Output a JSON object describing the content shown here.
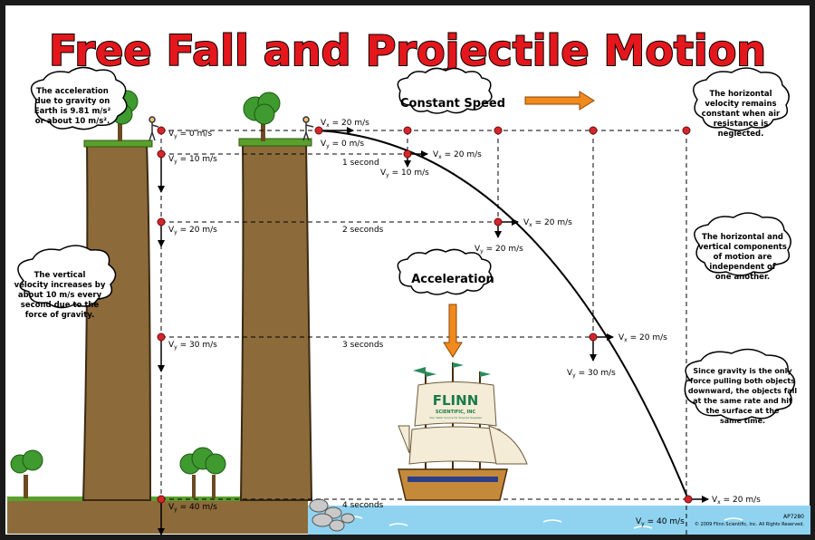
{
  "title": "Free Fall and Projectile Motion",
  "colors": {
    "frame": "#1a1a1a",
    "title_fill": "#e4171c",
    "arrow_orange": "#f08a1e",
    "cliff_brown": "#8c6a3a",
    "grass": "#5aa02c",
    "water": "#8fd3f0",
    "dot_red": "#d4262b"
  },
  "bubbles": {
    "gravity": [
      "The acceleration",
      "due to gravity on",
      "Earth is 9.81 m/s²",
      "or about 10 m/s²."
    ],
    "vertical": [
      "The vertical",
      "velocity increases by",
      "about 10 m/s every",
      "second due to the",
      "force of gravity."
    ],
    "horizontal_constant": [
      "The horizontal",
      "velocity remains",
      "constant when air",
      "resistance is",
      "neglected."
    ],
    "independent": [
      "The horizontal and",
      "vertical components",
      "of motion are",
      "independent of",
      "one another."
    ],
    "same_time": [
      "Since gravity is the only",
      "force pulling both objects",
      "downward, the objects fall",
      "at the same rate and hit",
      "the surface at the",
      "same time."
    ]
  },
  "labels": {
    "constant_speed": "Constant Speed",
    "acceleration": "Acceleration",
    "left_vy": [
      "0 m/s",
      "10 m/s",
      "20 m/s",
      "30 m/s",
      "40 m/s"
    ],
    "times": [
      "1 second",
      "2 seconds",
      "3 seconds",
      "4 seconds"
    ],
    "proj_vx_top": "20 m/s",
    "proj_vy_top": "0 m/s",
    "proj_vx": [
      "20 m/s",
      "20 m/s",
      "20 m/s",
      "20 m/s"
    ],
    "proj_vy": [
      "10 m/s",
      "20 m/s",
      "30 m/s",
      "40 m/s"
    ]
  },
  "ship": {
    "brand": "FLINN",
    "sub": "SCIENTIFIC, INC",
    "tagline": "Your Safer Source for Science Supplies"
  },
  "footer": {
    "code": "AP7280",
    "copyright": "© 2009 Flinn Scientific, Inc. All Rights Reserved."
  }
}
